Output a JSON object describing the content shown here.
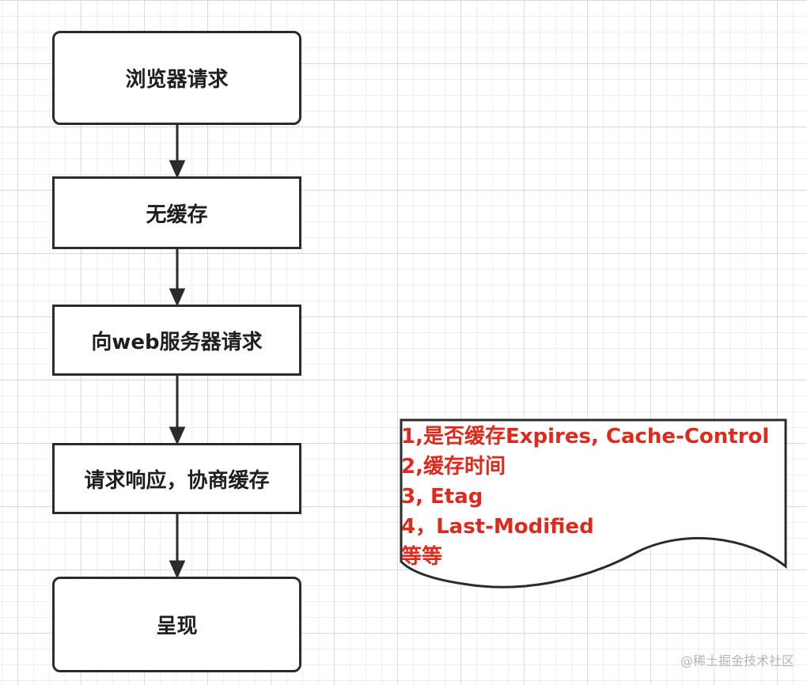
{
  "flow": {
    "steps": [
      "浏览器请求",
      "无缓存",
      "向web服务器请求",
      "请求响应，协商缓存",
      "呈现"
    ]
  },
  "note": {
    "lines": [
      "1,是否缓存Expires, Cache-Control",
      "2,缓存时间",
      "3, Etag",
      "4，Last-Modified",
      "等等"
    ],
    "color": "#e0291d"
  },
  "watermark": "@稀土掘金技术社区"
}
